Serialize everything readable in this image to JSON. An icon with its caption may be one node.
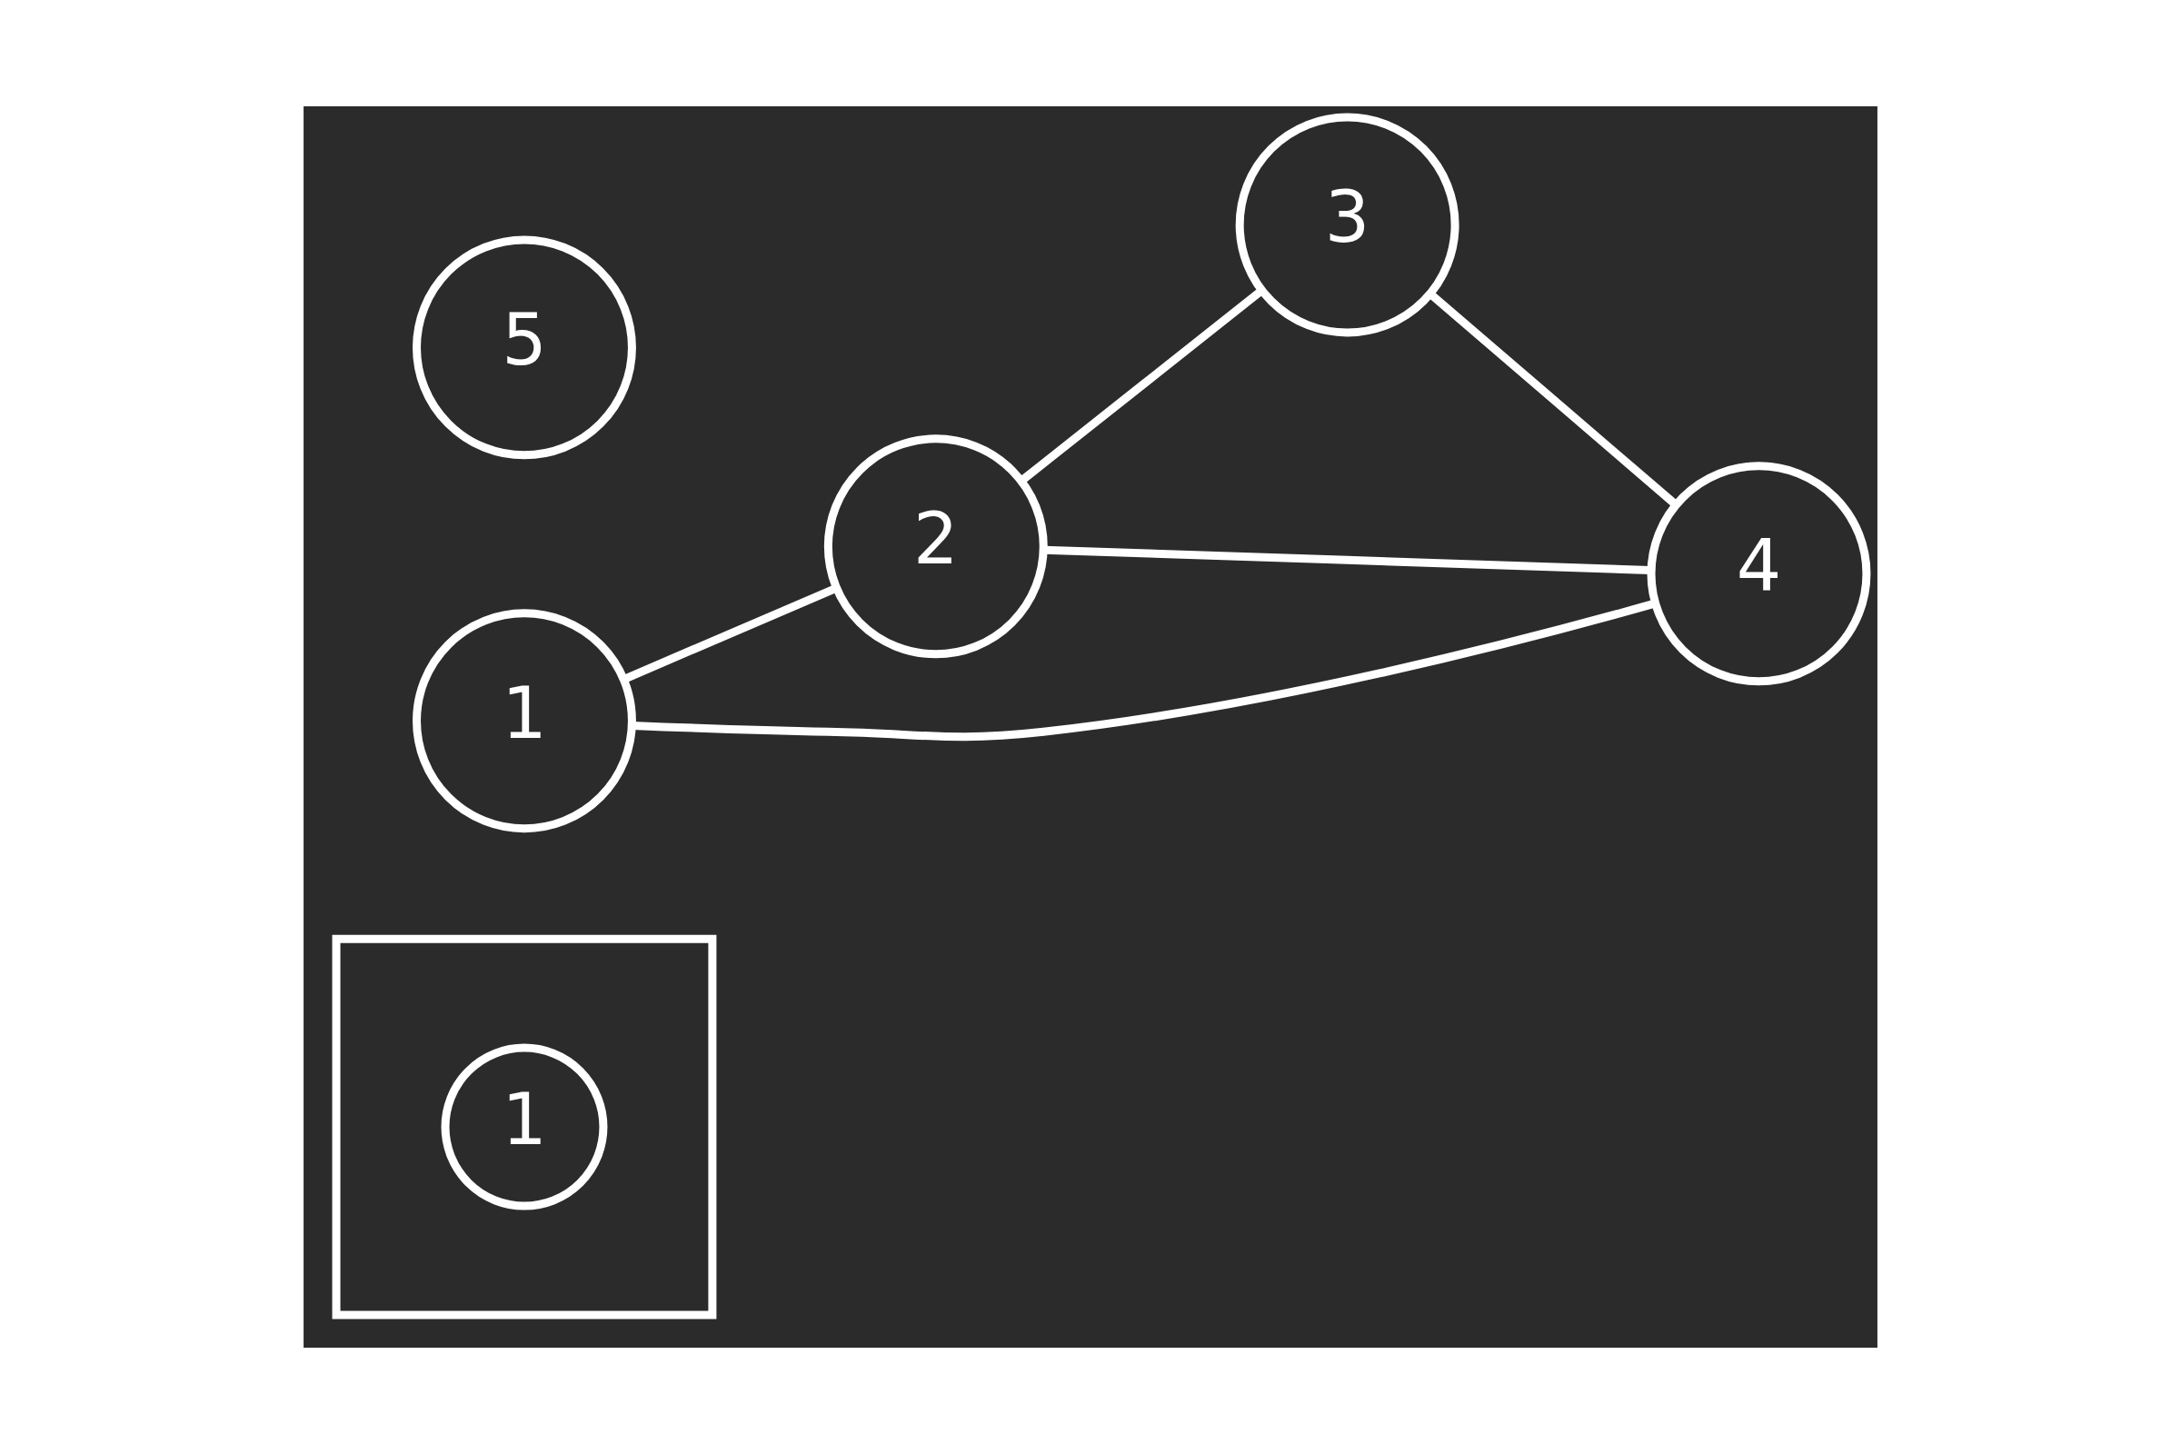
{
  "diagram": {
    "nodes": [
      {
        "text": [],
        "shape": "box"
      },
      {
        "text": [
          "1"
        ],
        "in": 0
      },
      {
        "text": [
          "1"
        ]
      },
      {
        "text": [
          "2"
        ]
      },
      {
        "text": [
          "3"
        ]
      },
      {
        "text": [
          "4"
        ]
      },
      {
        "text": [
          "5"
        ]
      }
    ],
    "edges": [
      {
        "from": 2,
        "to": 3,
        "arrow": "none"
      },
      {
        "from": 2,
        "to": 5,
        "arrow": "none"
      },
      {
        "from": 3,
        "to": 5,
        "arrow": "none"
      },
      {
        "from": 3,
        "to": 4,
        "arrow": "none"
      },
      {
        "from": 4,
        "to": 5,
        "arrow": "none"
      }
    ]
  }
}
